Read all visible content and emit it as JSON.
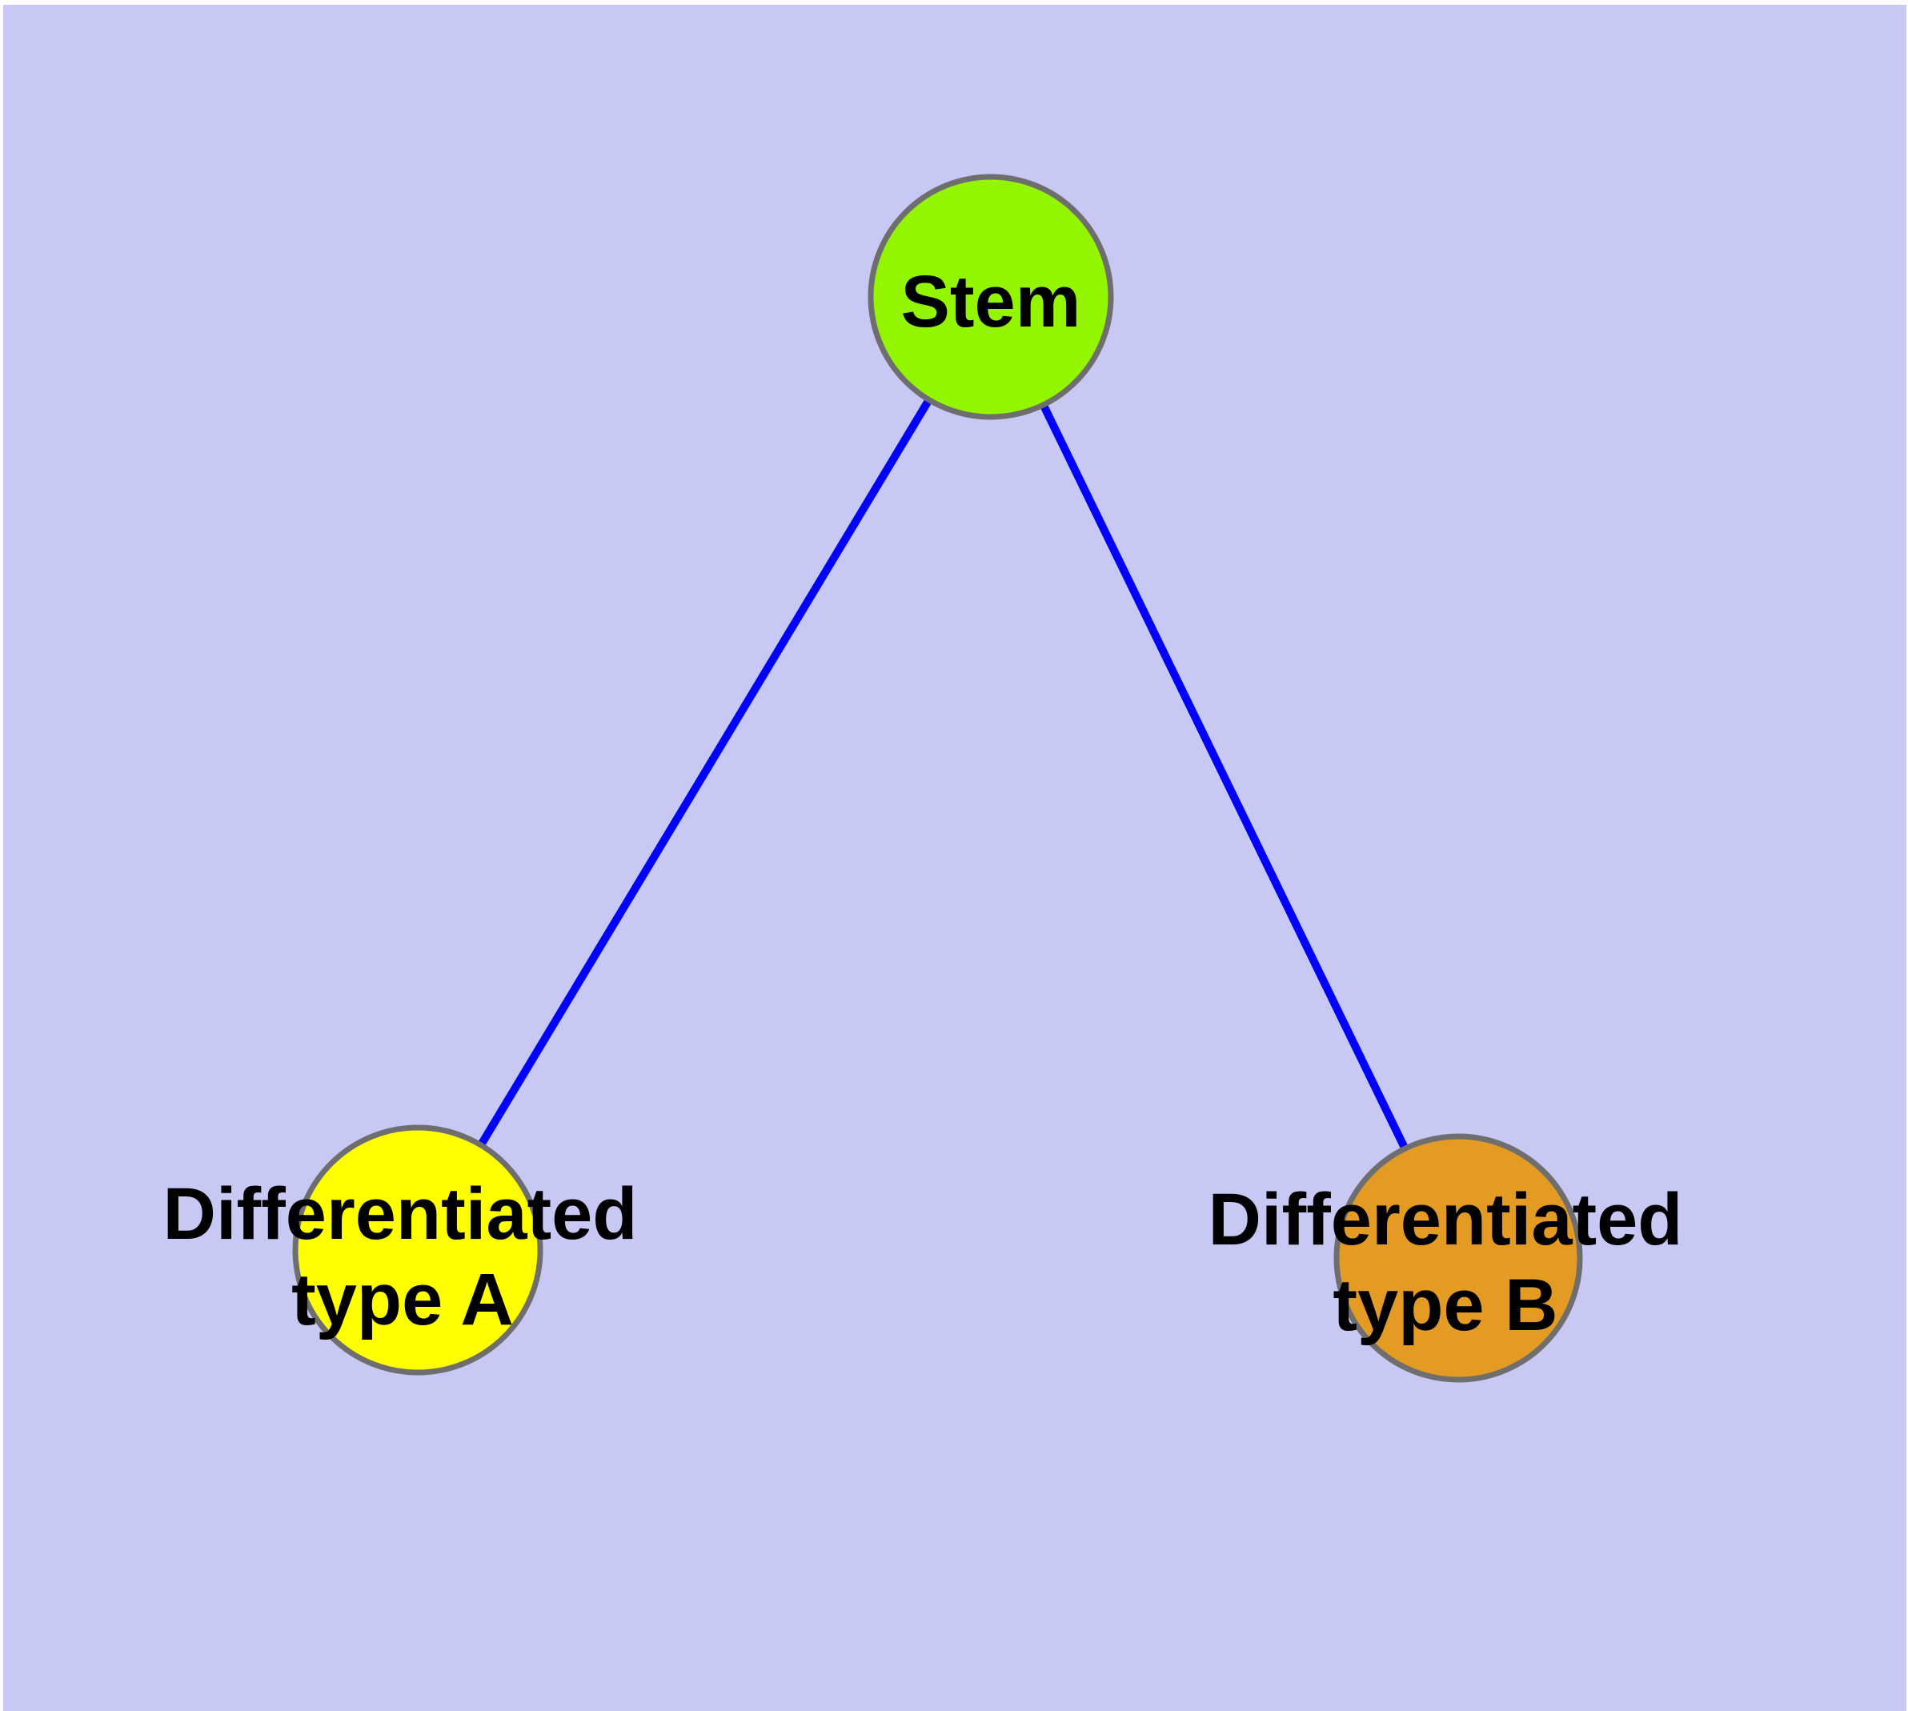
{
  "diagram": {
    "background_color": "#C8C8F4",
    "edge_color": "#0000FF",
    "node_border_color": "#6E6E6E",
    "label_text_color": "#000000",
    "nodes": [
      {
        "id": "stem",
        "label_lines": [
          "Stem"
        ],
        "color": "#94F500"
      },
      {
        "id": "type-a",
        "label_lines": [
          "Differentiated",
          "type A"
        ],
        "color": "#FFFF00"
      },
      {
        "id": "type-b",
        "label_lines": [
          "Differentiated",
          "type B"
        ],
        "color": "#E49B23"
      }
    ],
    "edges": [
      {
        "source": "Stem",
        "target": "Differentiated type A"
      },
      {
        "source": "Stem",
        "target": "Differentiated type B"
      }
    ]
  }
}
